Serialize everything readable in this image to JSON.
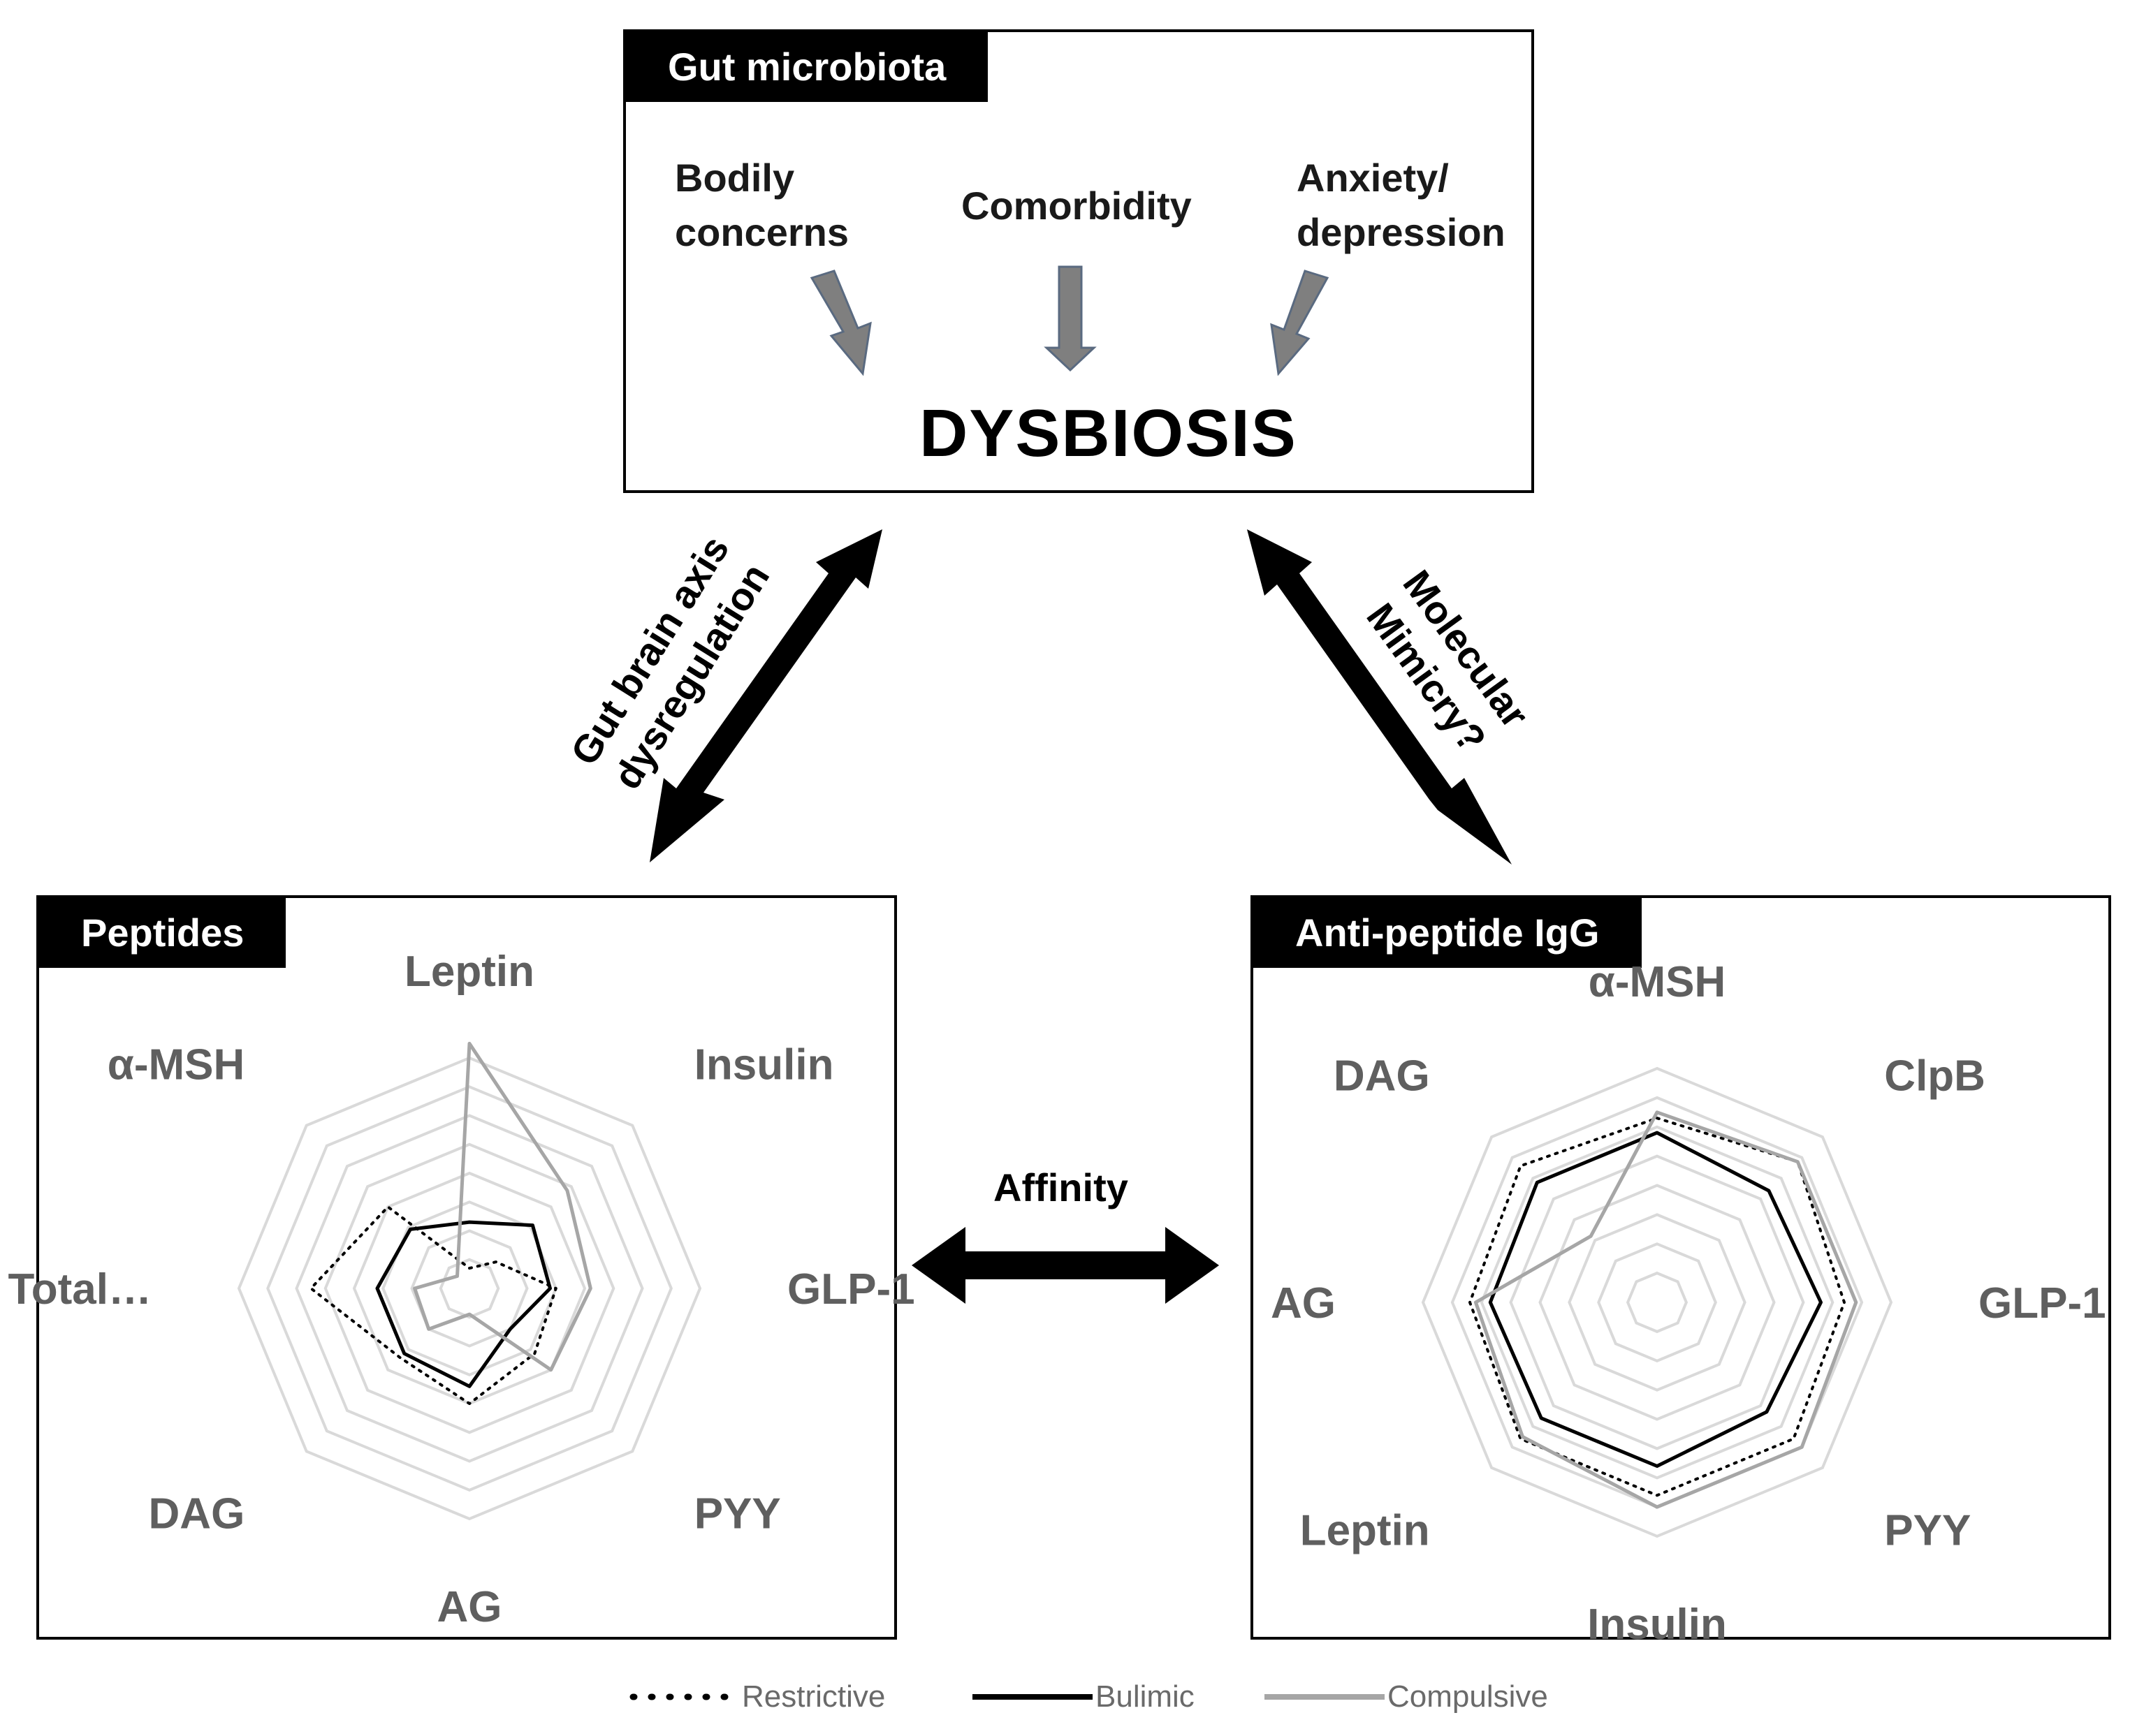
{
  "top_box": {
    "title": "Gut microbiota",
    "factors": [
      "Bodily\nconcerns",
      "Comorbidity",
      "Anxiety/\ndepression"
    ],
    "outcome": "DYSBIOSIS"
  },
  "links": {
    "left": "Gut brain axis\ndysregulation",
    "right": "Molecular\nMimicry?",
    "bottom": "Affinity"
  },
  "legend": {
    "items": [
      {
        "label": "Restrictive",
        "style": "dotted",
        "color": "#000000"
      },
      {
        "label": "Bulimic",
        "style": "solid",
        "color": "#000000"
      },
      {
        "label": "Compulsive",
        "style": "solid",
        "color": "#a6a6a6"
      }
    ]
  },
  "chart_data": [
    {
      "type": "radar",
      "title": "Peptides",
      "categories": [
        "Leptin",
        "Insulin",
        "GLP-1",
        "PYY",
        "AG",
        "DAG",
        "Total…",
        "α-MSH"
      ],
      "rlim": [
        0,
        8
      ],
      "grid": true,
      "series": [
        {
          "name": "Restrictive",
          "values": [
            0.7,
            1.3,
            3.0,
            3.2,
            4.0,
            3.4,
            5.5,
            4.0
          ]
        },
        {
          "name": "Bulimic",
          "values": [
            2.3,
            3.1,
            2.8,
            2.0,
            3.4,
            3.2,
            3.2,
            2.9
          ]
        },
        {
          "name": "Compulsive",
          "values": [
            8.5,
            4.8,
            4.2,
            4.0,
            0.9,
            2.0,
            1.9,
            0.6
          ]
        }
      ]
    },
    {
      "type": "radar",
      "title": "Anti-peptide IgG",
      "categories": [
        "α-MSH",
        "ClpB",
        "GLP-1",
        "PYY",
        "Insulin",
        "Leptin",
        "AG",
        "DAG"
      ],
      "rlim": [
        0,
        8
      ],
      "grid": true,
      "series": [
        {
          "name": "Restrictive",
          "values": [
            6.3,
            6.8,
            6.4,
            6.6,
            6.6,
            6.6,
            6.4,
            6.6
          ]
        },
        {
          "name": "Bulimic",
          "values": [
            5.8,
            5.4,
            5.6,
            5.3,
            5.6,
            5.6,
            5.7,
            5.8
          ]
        },
        {
          "name": "Compulsive",
          "values": [
            6.5,
            6.8,
            6.8,
            7.0,
            7.0,
            6.5,
            6.2,
            3.2
          ]
        }
      ]
    }
  ]
}
